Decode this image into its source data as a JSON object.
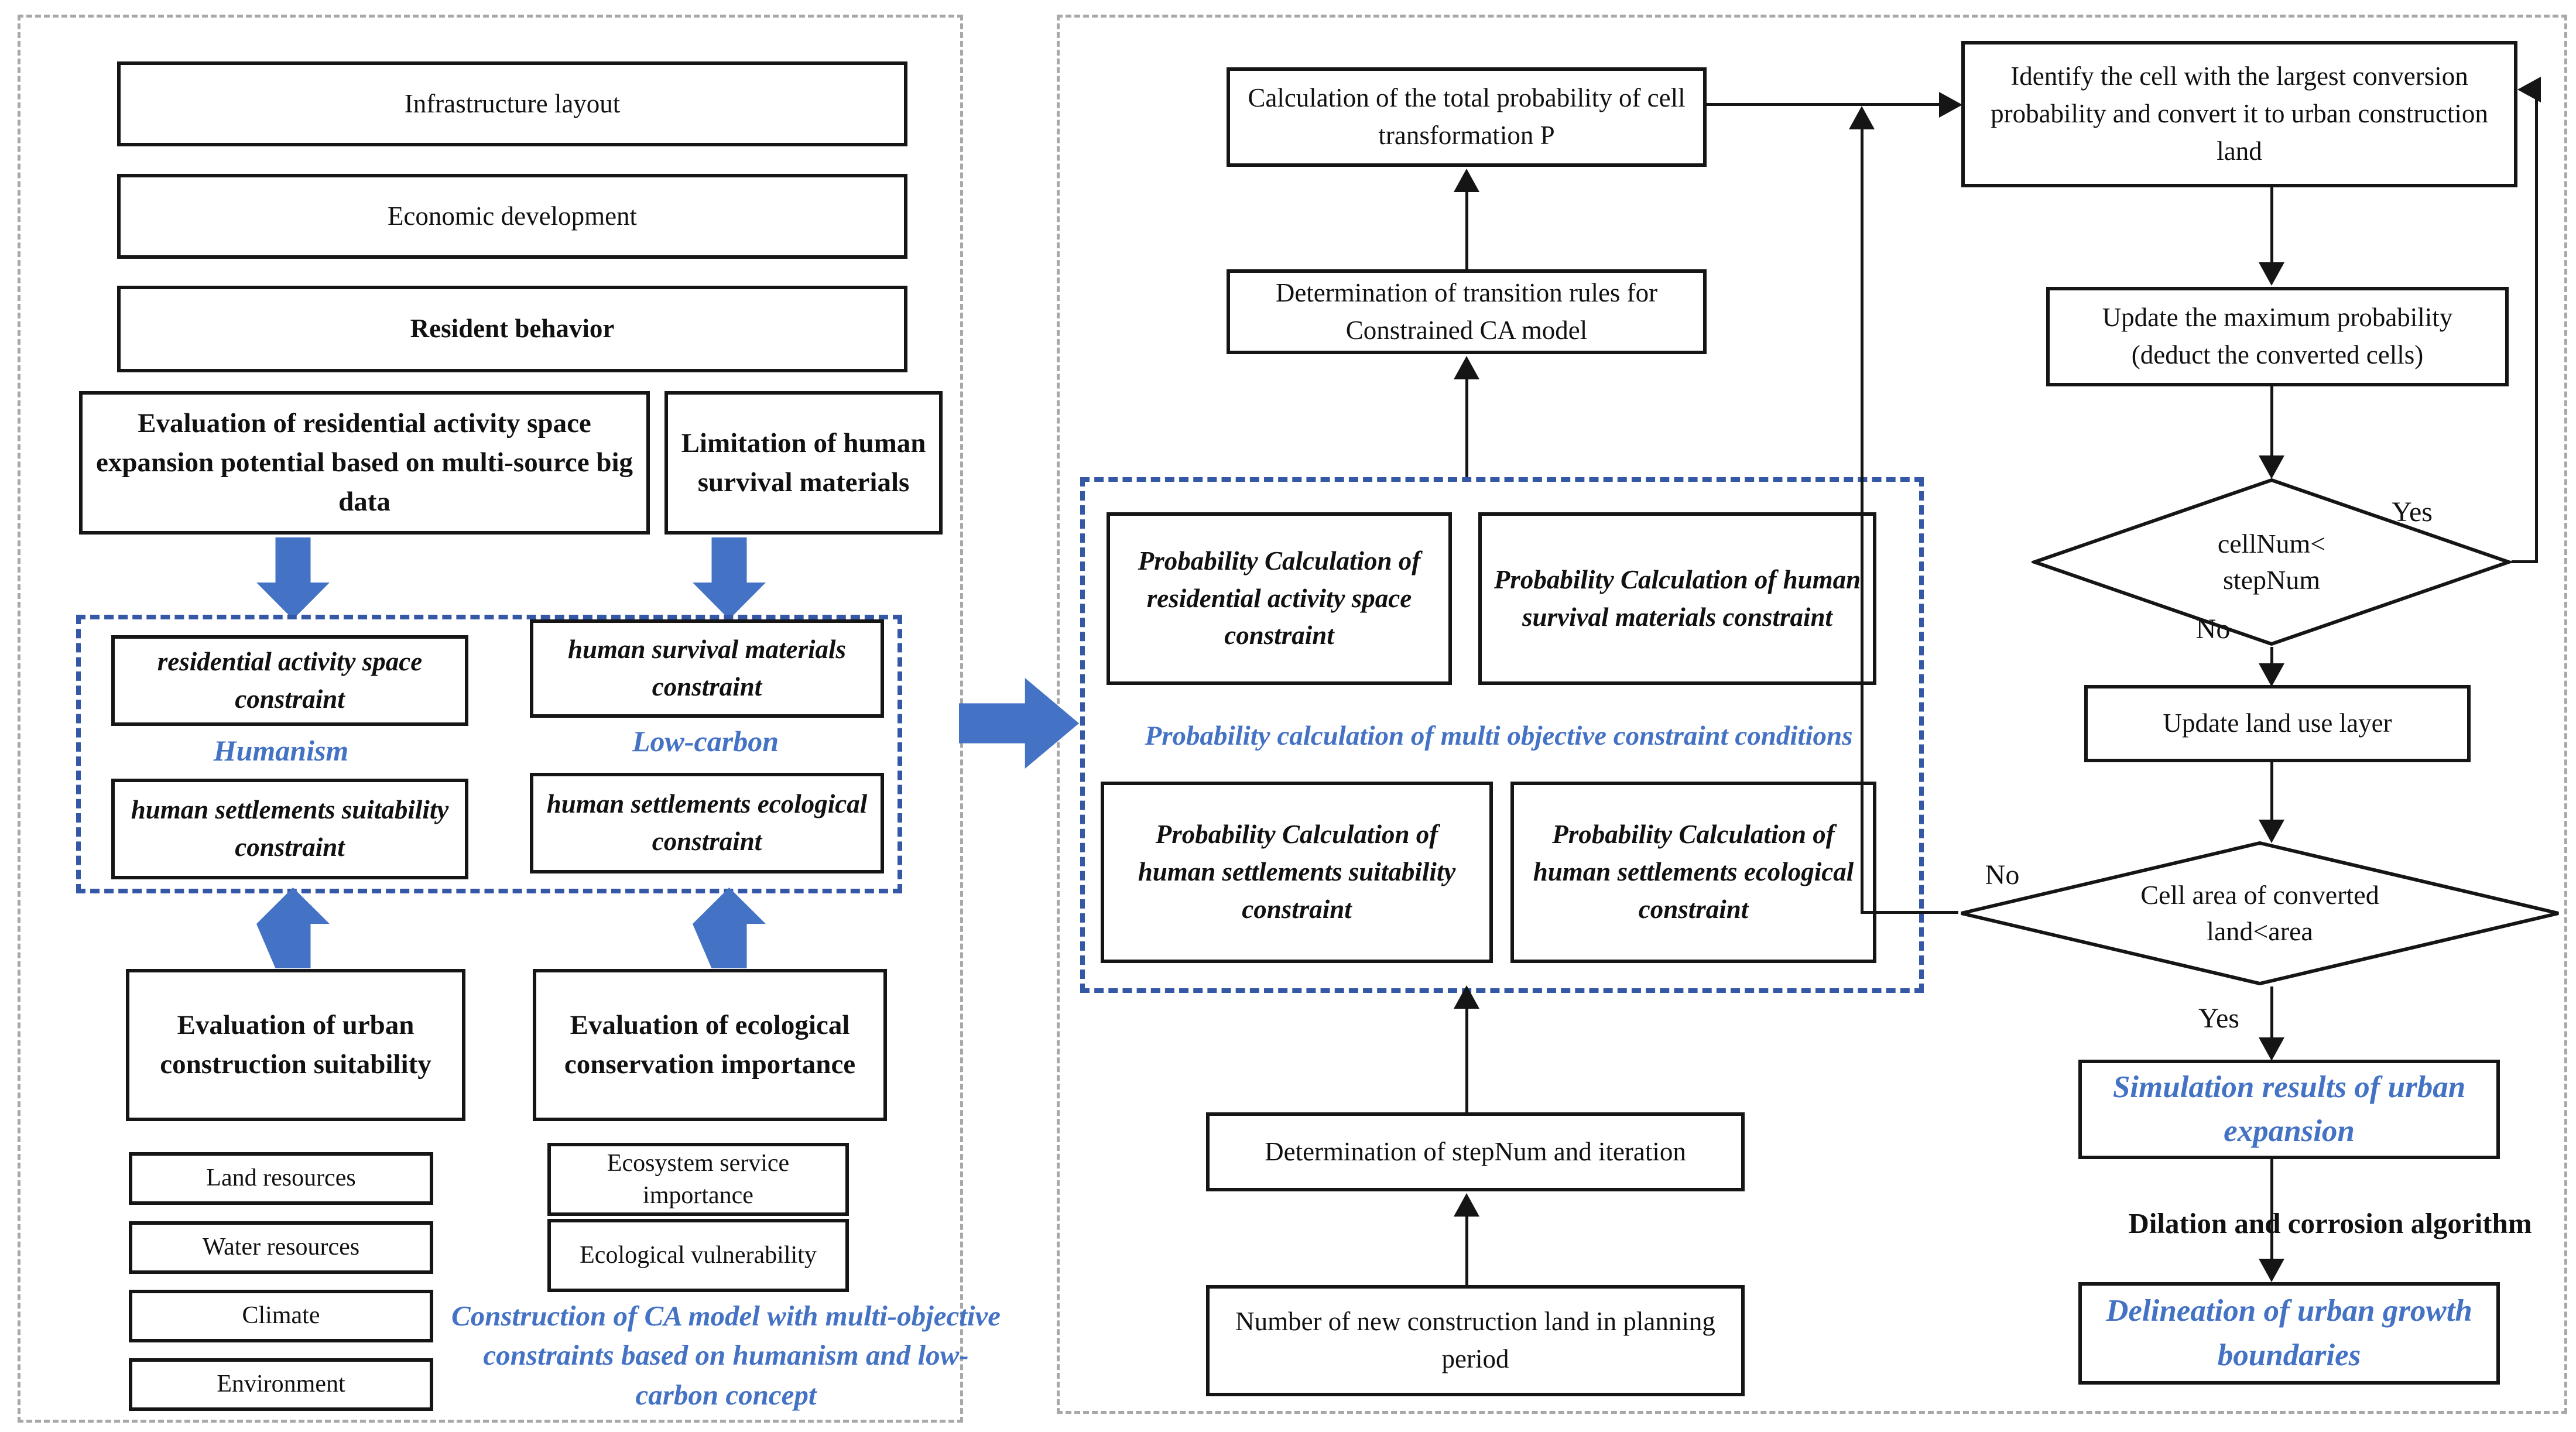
{
  "colors": {
    "accent_blue": "#4472c4",
    "text_blue": "#4472c4",
    "dash_blue": "#3558a6",
    "dash_gray": "#a8a8a8"
  },
  "left": {
    "box_infrastructure": "Infrastructure layout",
    "box_economic": "Economic development",
    "box_resident": "Resident behavior",
    "box_eval_residential": "Evaluation of residential activity space expansion potential based on multi-source big data",
    "box_limitation": "Limitation of human survival materials",
    "box_ras_constraint": "residential activity space constraint",
    "box_hsm_constraint": "human survival materials constraint",
    "label_humanism": "Humanism",
    "label_lowcarbon": "Low-carbon",
    "box_hss_constraint": "human settlements suitability constraint",
    "box_hse_constraint": "human settlements ecological constraint",
    "box_eval_urban": "Evaluation of urban construction suitability",
    "box_eval_eco": "Evaluation of ecological conservation importance",
    "small_boxes": [
      "Land resources",
      "Water resources",
      "Climate",
      "Environment"
    ],
    "eco_boxes": [
      "Ecosystem service importance",
      "Ecological vulnerability"
    ],
    "caption": "Construction of CA model with multi-objective constraints based on humanism and low-carbon concept"
  },
  "middle": {
    "box_total_prob": "Calculation of the total probability of cell transformation P",
    "box_transition": "Determination of transition rules for Constrained CA model",
    "prob_boxes": [
      "Probability Calculation of residential activity space constraint",
      "Probability Calculation of human survival materials constraint",
      "Probability Calculation of human settlements suitability constraint",
      "Probability Calculation of human settlements ecological constraint"
    ],
    "label_prob_calc": "Probability calculation of multi objective constraint conditions",
    "box_stepnum": "Determination of stepNum and iteration",
    "box_new_land": "Number of new construction land in planning period"
  },
  "right": {
    "box_identify": "Identify the cell with the largest conversion probability and convert it to urban construction land",
    "box_update_max": "Update the maximum probability (deduct the converted cells)",
    "diamond_cellnum": "cellNum< stepNum",
    "label_yes1": "Yes",
    "label_no1": "No",
    "box_update_layer": "Update land use layer",
    "diamond_cellarea": "Cell area of converted land<area",
    "label_no2": "No",
    "label_yes2": "Yes",
    "box_simulation": "Simulation results of urban expansion",
    "label_dilation": "Dilation and corrosion algorithm",
    "box_delineation": "Delineation of urban growth boundaries"
  }
}
